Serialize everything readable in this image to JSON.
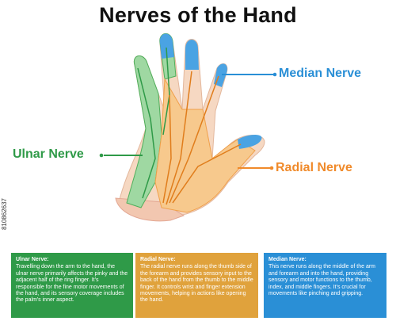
{
  "title": "Nerves of the Hand",
  "labels": {
    "median": "Median Nerve",
    "radial": "Radial Nerve",
    "ulnar": "Ulnar Nerve"
  },
  "panels": {
    "ulnar": {
      "title": "Ulnar Nerve:",
      "text": "Travelling down the arm to the hand, the ulnar nerve primarily affects the pinky and the adjacent half of the ring finger. It's responsible for the fine motor movements of the hand, and its sensory coverage includes the palm's inner aspect."
    },
    "radial": {
      "title": "Radial Nerve:",
      "text": "The radial nerve runs along the thumb side of the forearm and provides sensory input to the back of the hand from the thumb to the middle finger. It controls wrist and finger extension movements, helping in actions like opening the hand."
    },
    "median": {
      "title": "Median Nerve:",
      "text": "This nerve runs along the middle of the arm and forearm and into the hand, providing sensory and motor functions to the thumb, index, and middle fingers. It's crucial for movements like pinching and gripping."
    }
  },
  "colors": {
    "ulnar": "#2f9a48",
    "radial": "#f08a2a",
    "median": "#2a8fd6",
    "skin": "#f6d8c2"
  },
  "watermark": "810862637"
}
